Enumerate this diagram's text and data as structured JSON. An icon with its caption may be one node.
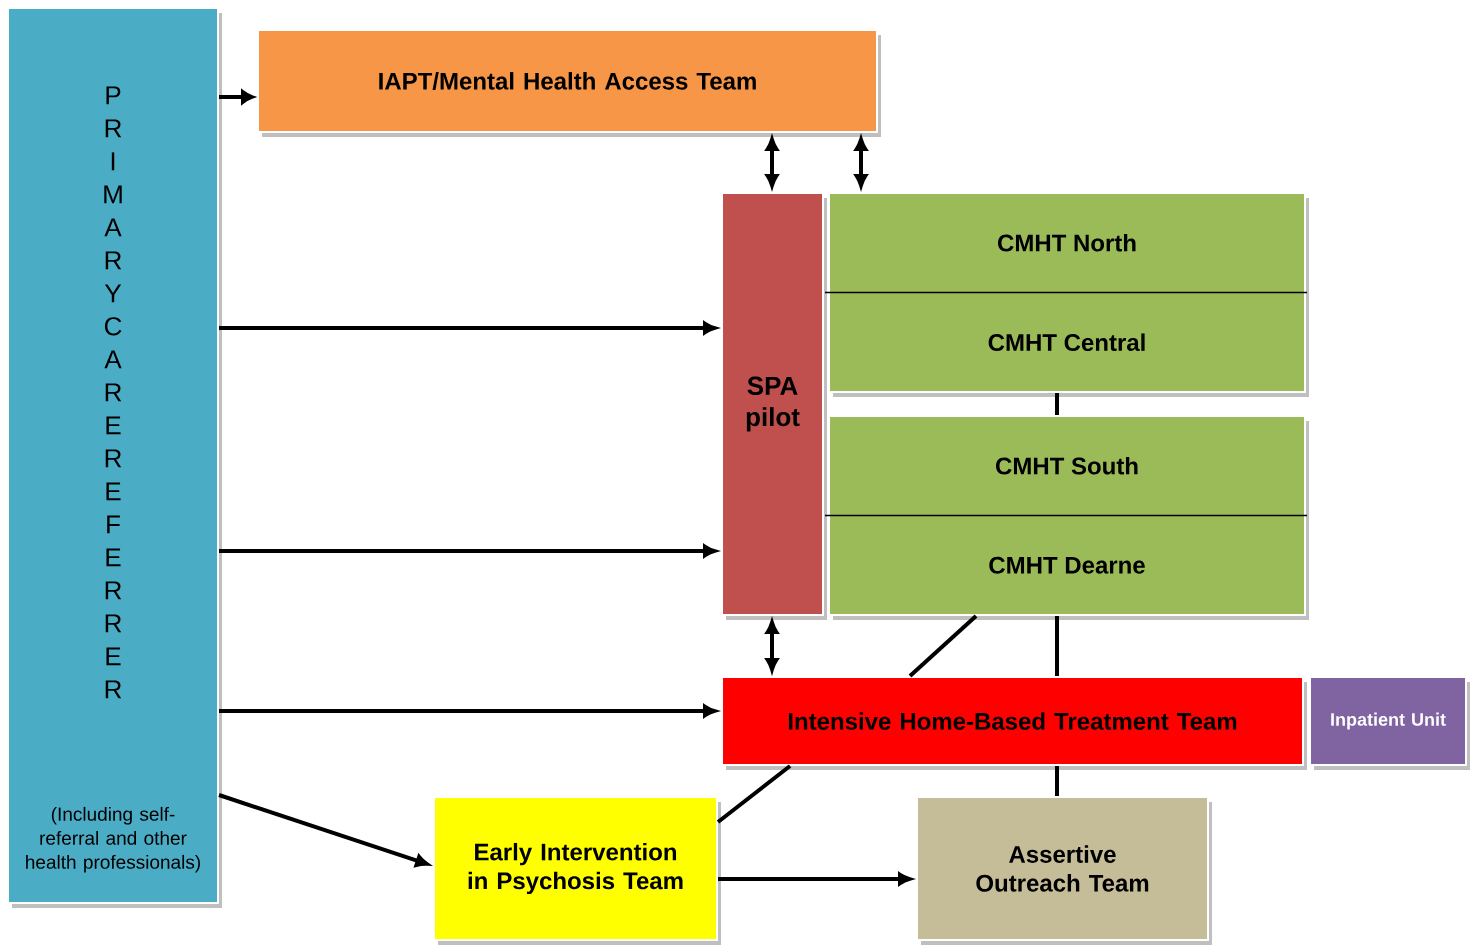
{
  "diagram": {
    "nodes": [
      {
        "text": [
          "P R I M A R Y C A R E R E F E R R E R",
          "(Including self-referral and other health professionals)"
        ]
      },
      {
        "text": [
          "IAPT/Mental Health Access Team"
        ]
      },
      {
        "text": [
          "SPA pilot"
        ]
      },
      {
        "text": [
          "CMHT North",
          "CMHT Central"
        ]
      },
      {
        "text": [
          "CMHT South",
          "CMHT Dearne"
        ]
      },
      {
        "text": [
          "Intensive Home-Based Treatment Team"
        ]
      },
      {
        "text": [
          "Inpatient Unit"
        ]
      },
      {
        "text": [
          "Early Intervention in Psychosis Team"
        ]
      },
      {
        "text": [
          "Assertive Outreach Team"
        ]
      }
    ],
    "edges": [
      {
        "from": 0,
        "to": 1,
        "arrow": "to"
      },
      {
        "from": 0,
        "to": 2,
        "arrow": "to"
      },
      {
        "from": 0,
        "to": 2,
        "arrow": "to"
      },
      {
        "from": 0,
        "to": 5,
        "arrow": "to"
      },
      {
        "from": 0,
        "to": 7,
        "arrow": "to"
      },
      {
        "from": 1,
        "to": 2,
        "arrow": "both"
      },
      {
        "from": 1,
        "to": 3,
        "arrow": "both"
      },
      {
        "from": 2,
        "to": 5,
        "arrow": "both"
      },
      {
        "from": 7,
        "to": 8,
        "arrow": "to"
      },
      {
        "from": 3,
        "to": 4,
        "arrow": "none"
      },
      {
        "from": 4,
        "to": 5,
        "arrow": "none"
      },
      {
        "from": 5,
        "to": 8,
        "arrow": "none"
      },
      {
        "from": 4,
        "to": 5,
        "arrow": "none"
      },
      {
        "from": 5,
        "to": 7,
        "arrow": "none"
      }
    ]
  }
}
